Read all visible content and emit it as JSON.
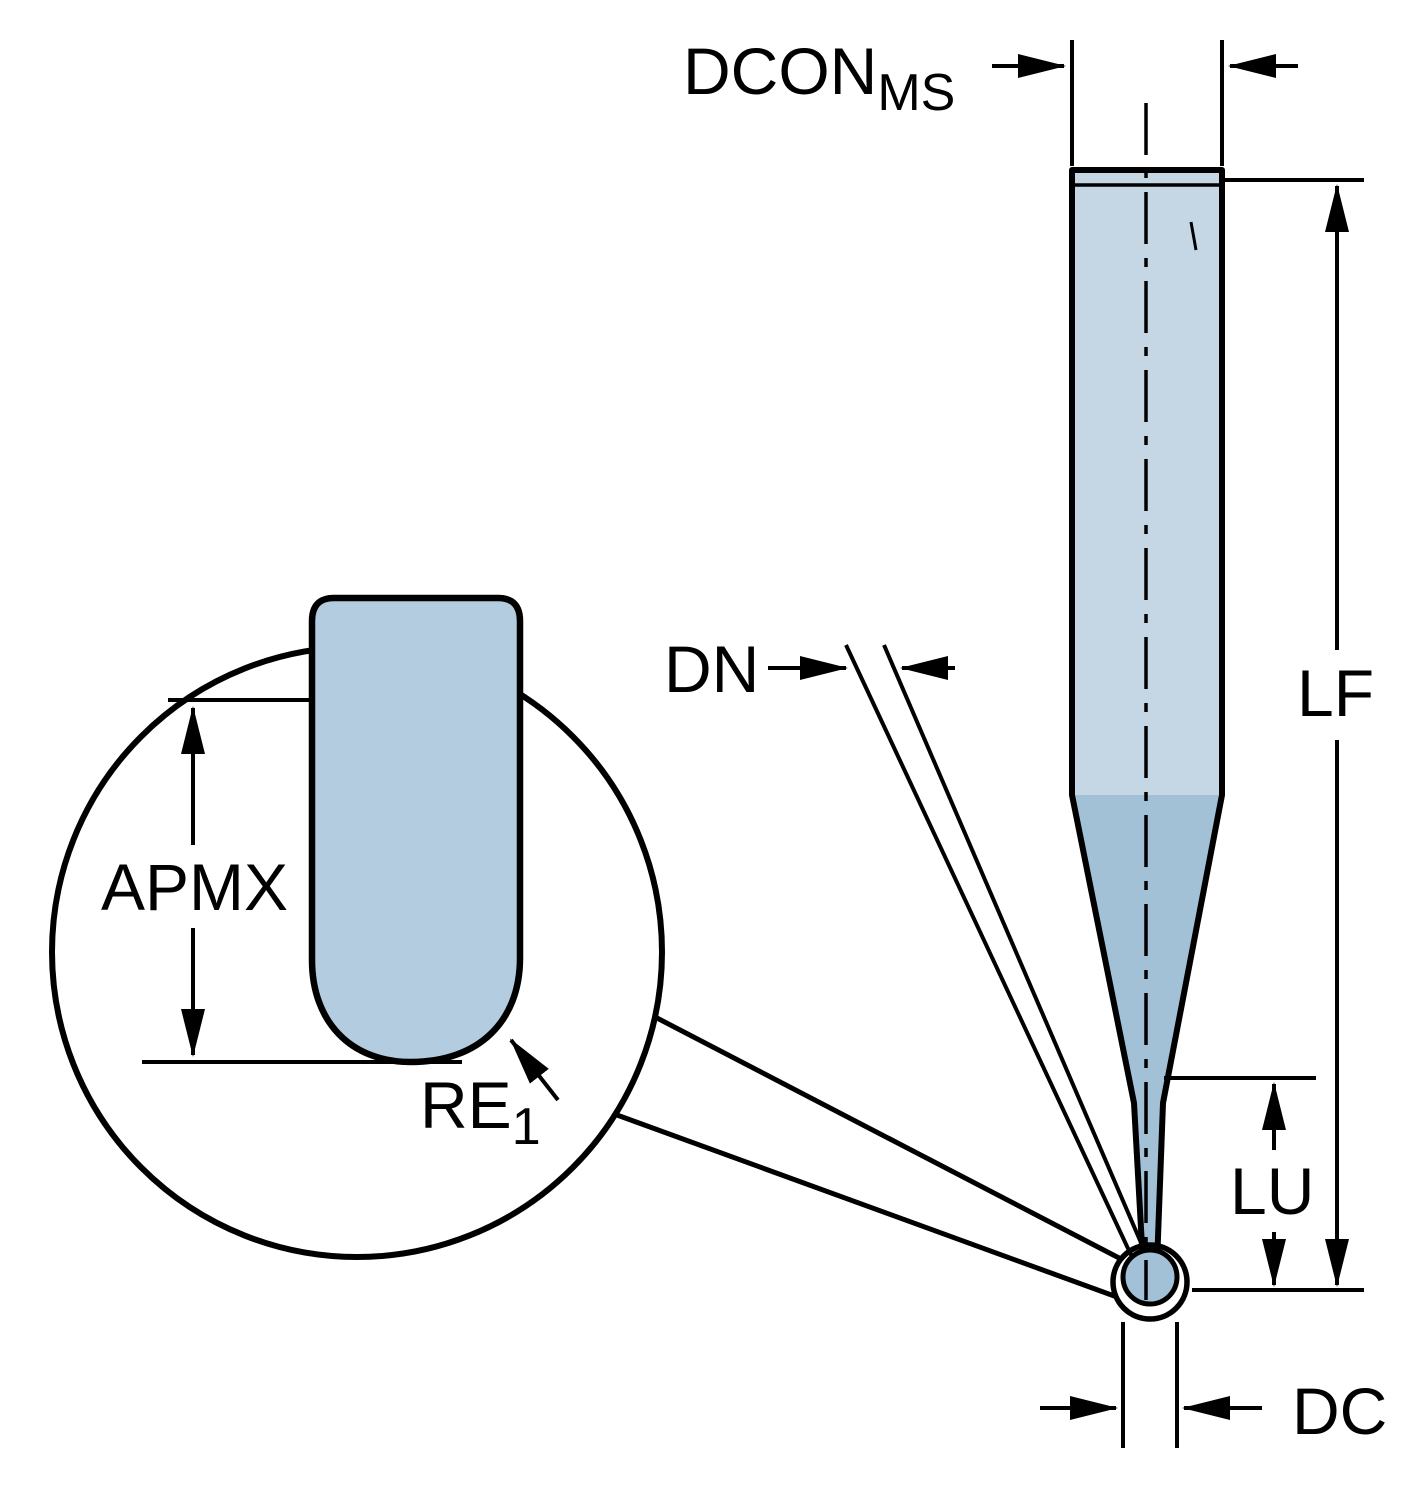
{
  "labels": {
    "dcon_main": "DCON",
    "dcon_sub": "MS",
    "dn": "DN",
    "lf": "LF",
    "lu": "LU",
    "dc": "DC",
    "apmx": "APMX",
    "re_main": "RE",
    "re_sub": "1"
  },
  "colors": {
    "background": "#ffffff",
    "outline": "#000000",
    "shank_fill": "#c5d7e5",
    "taper_fill": "#a2c1d7",
    "detail_fill": "#b4cce0"
  }
}
